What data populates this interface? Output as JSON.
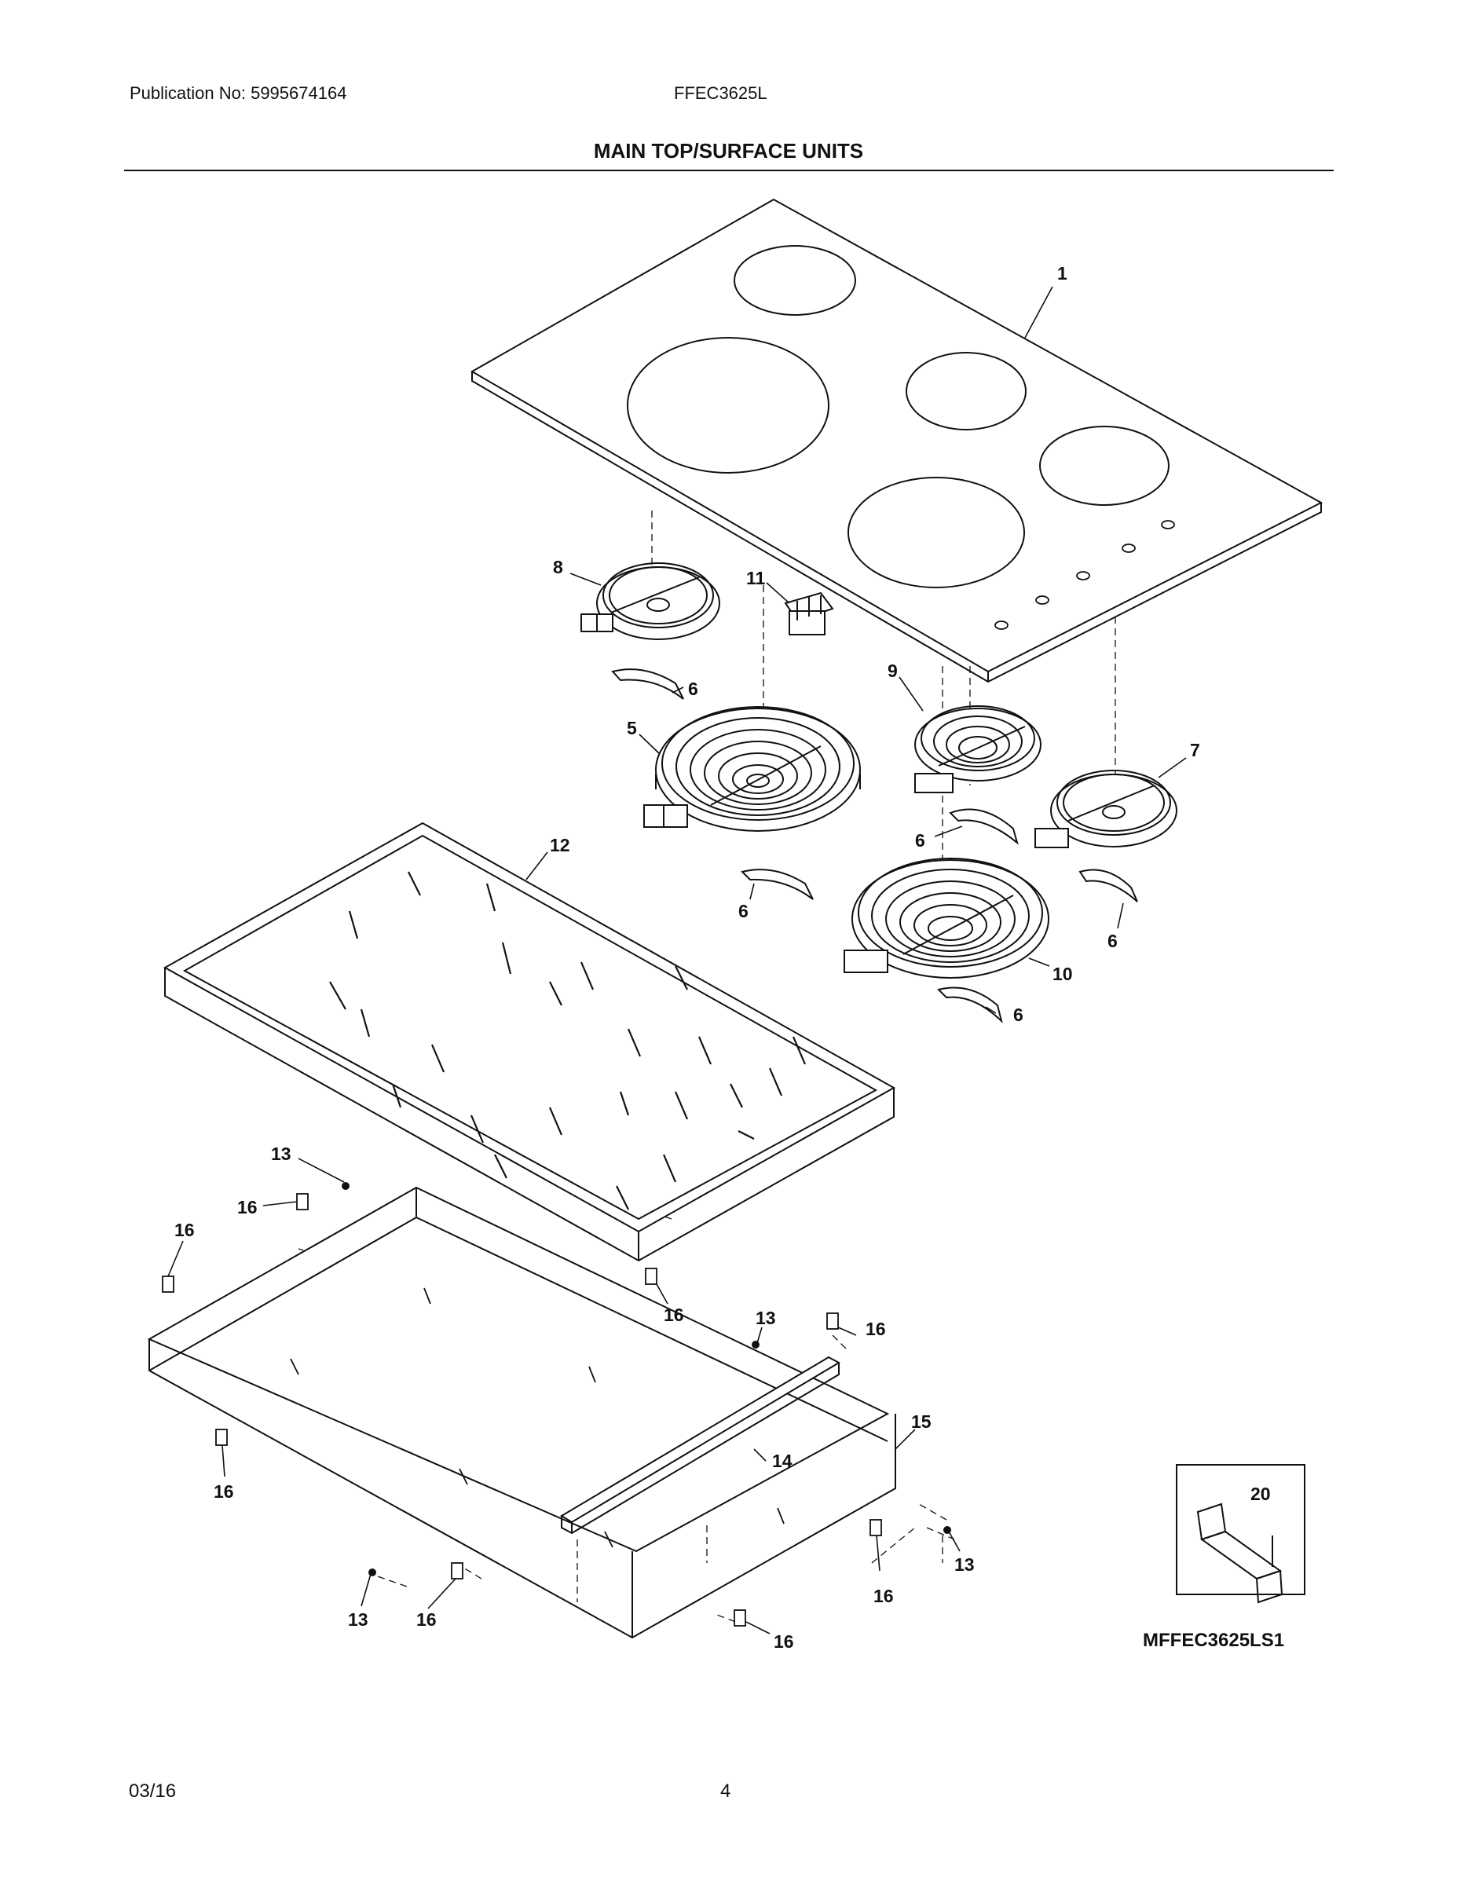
{
  "header": {
    "publication": "Publication No: 5995674164",
    "model": "FFEC3625L",
    "title": "MAIN TOP/SURFACE UNITS"
  },
  "footer": {
    "date": "03/16",
    "page": "4"
  },
  "diagram_code": "MFFEC3625LS1",
  "callouts": {
    "c1": "1",
    "c5": "5",
    "c6a": "6",
    "c6b": "6",
    "c6c": "6",
    "c6d": "6",
    "c6e": "6",
    "c7": "7",
    "c8": "8",
    "c9": "9",
    "c10": "10",
    "c11": "11",
    "c12": "12",
    "c13a": "13",
    "c13b": "13",
    "c13c": "13",
    "c13d": "13",
    "c14": "14",
    "c15": "15",
    "c16a": "16",
    "c16b": "16",
    "c16c": "16",
    "c16d": "16",
    "c16e": "16",
    "c16f": "16",
    "c16g": "16",
    "c16h": "16",
    "c20": "20"
  }
}
